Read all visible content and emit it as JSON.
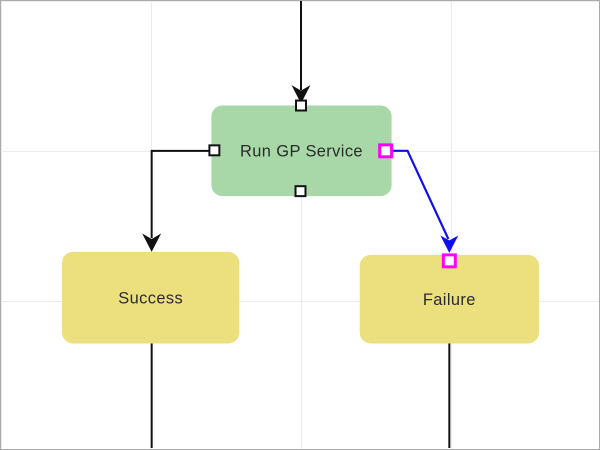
{
  "diagram": {
    "nodes": [
      {
        "id": "run-gp-service",
        "label": "Run GP Service",
        "fill": "#a8d8a8"
      },
      {
        "id": "success",
        "label": "Success",
        "fill": "#ecdf7d"
      },
      {
        "id": "failure",
        "label": "Failure",
        "fill": "#ecdf7d"
      }
    ],
    "edges": [
      {
        "id": "edge-top-into-run-gp-service",
        "from": "offscreen-top",
        "to": "run-gp-service",
        "color": "#111111",
        "selected": false
      },
      {
        "id": "edge-run-gp-service-to-success",
        "from": "run-gp-service",
        "to": "success",
        "color": "#111111",
        "selected": false
      },
      {
        "id": "edge-run-gp-service-to-failure",
        "from": "run-gp-service",
        "to": "failure",
        "color": "#0d0df0",
        "selected": true
      },
      {
        "id": "edge-success-to-offscreen-bottom",
        "from": "success",
        "to": "offscreen-bottom",
        "color": "#111111",
        "selected": false
      },
      {
        "id": "edge-failure-to-offscreen-bottom",
        "from": "failure",
        "to": "offscreen-bottom",
        "color": "#111111",
        "selected": false
      }
    ],
    "ports": [
      {
        "node": "run-gp-service",
        "side": "top",
        "state": "normal"
      },
      {
        "node": "run-gp-service",
        "side": "left",
        "state": "normal"
      },
      {
        "node": "run-gp-service",
        "side": "bottom",
        "state": "normal"
      },
      {
        "node": "run-gp-service",
        "side": "right",
        "state": "selected"
      },
      {
        "node": "failure",
        "side": "top",
        "state": "selected"
      }
    ],
    "colors": {
      "label_text": "#2b2b2b",
      "edge": "#111111",
      "edge_selected": "#0d0df0",
      "port_border": "#111111",
      "port_fill": "#ffffff",
      "port_selected": "#ff00ff",
      "grid_line": "#ececec",
      "canvas_bg": "#ffffff",
      "canvas_border": "#ababab"
    }
  }
}
